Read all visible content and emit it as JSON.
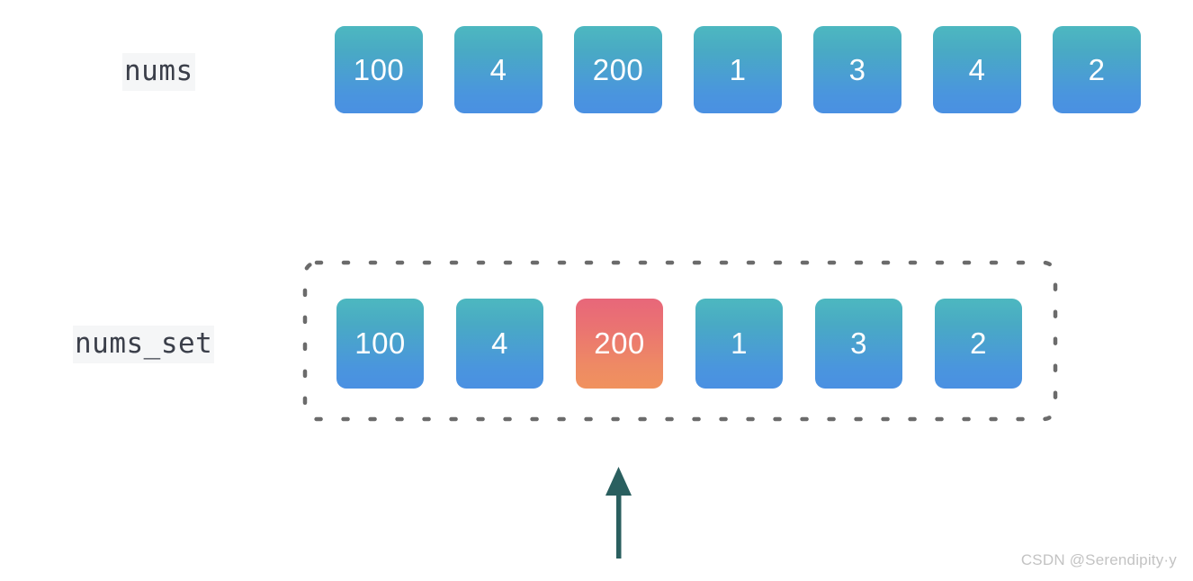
{
  "diagram": {
    "title_row_1_label": "nums",
    "title_row_2_label": "nums_set",
    "rows": [
      {
        "name": "nums",
        "label": "nums",
        "boxed": false,
        "items": [
          {
            "value": "100",
            "style": "teal"
          },
          {
            "value": "4",
            "style": "teal"
          },
          {
            "value": "200",
            "style": "teal"
          },
          {
            "value": "1",
            "style": "teal"
          },
          {
            "value": "3",
            "style": "teal"
          },
          {
            "value": "4",
            "style": "teal"
          },
          {
            "value": "2",
            "style": "teal"
          }
        ]
      },
      {
        "name": "nums_set",
        "label": "nums_set",
        "boxed": true,
        "items": [
          {
            "value": "100",
            "style": "teal"
          },
          {
            "value": "4",
            "style": "teal"
          },
          {
            "value": "200",
            "style": "warm"
          },
          {
            "value": "1",
            "style": "teal"
          },
          {
            "value": "3",
            "style": "teal"
          },
          {
            "value": "2",
            "style": "teal"
          }
        ]
      }
    ],
    "pointer": {
      "name": "up-arrow",
      "points_to": "200",
      "direction": "up"
    },
    "colors": {
      "box_gradient_top": "#4db8c0",
      "box_gradient_bottom": "#4a90e2",
      "highlight_gradient_top": "#e8677a",
      "highlight_gradient_bottom": "#f0925e",
      "dashed_border": "#6b6b6b",
      "arrow": "#2a5f5f",
      "label_text": "#3b3f4a",
      "label_background": "#f5f6f7",
      "watermark": "#c3c3c3",
      "box_text": "#ffffff",
      "background": "#ffffff"
    }
  },
  "watermark": {
    "text": "CSDN @Serendipity·y"
  }
}
